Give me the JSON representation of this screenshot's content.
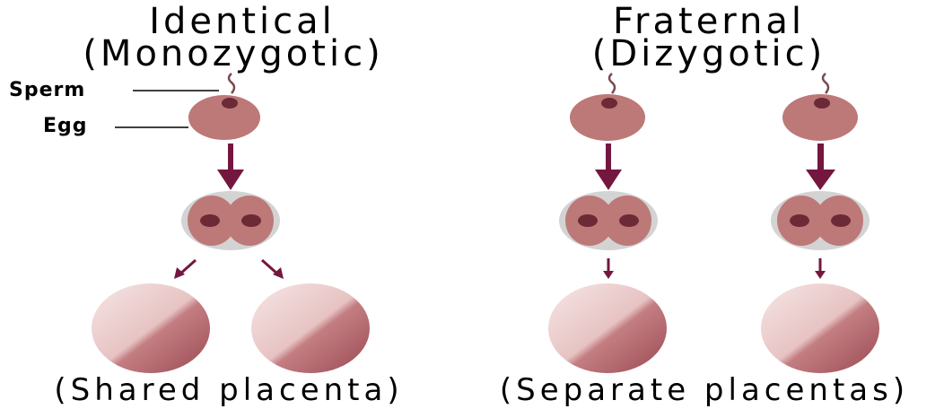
{
  "identical": {
    "title_line1": "Identical",
    "title_line2": "(Monozygotic)",
    "caption": "(Shared placenta)"
  },
  "fraternal": {
    "title_line1": "Fraternal",
    "title_line2": "(Dizygotic)",
    "caption": "(Separate placentas)"
  },
  "labels": {
    "sperm": "Sperm",
    "egg": "Egg"
  },
  "colors": {
    "egg_fill": "#bd7878",
    "nucleus": "#6b2a35",
    "arrow": "#74173f",
    "zona": "#d3d3d3",
    "placenta_light": "#f3dede",
    "placenta_dark": "#a4545a"
  }
}
